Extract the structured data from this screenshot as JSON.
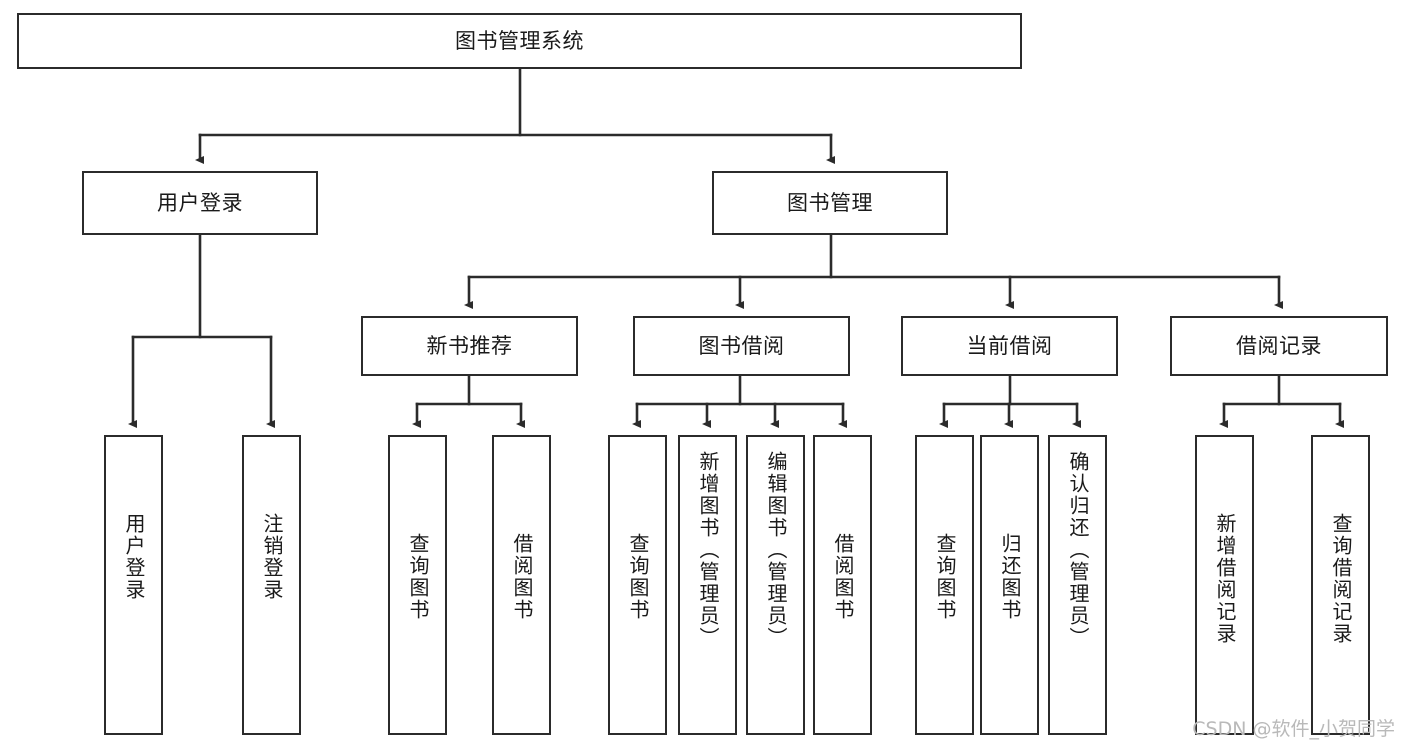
{
  "diagram": {
    "type": "tree",
    "title": "图书管理系统",
    "watermark": "CSDN @软件_小贺同学",
    "colors": {
      "node_border": "#2b2b2b",
      "node_fill": "#ffffff",
      "edge": "#2b2b2b",
      "text": "#1a1a1a",
      "watermark": "#b9b9b9",
      "background": "#ffffff"
    },
    "levels": {
      "root": {
        "label": "图书管理系统"
      },
      "level2": [
        {
          "label": "用户登录"
        },
        {
          "label": "图书管理"
        }
      ],
      "level3": [
        {
          "label": "新书推荐"
        },
        {
          "label": "图书借阅"
        },
        {
          "label": "当前借阅"
        },
        {
          "label": "借阅记录"
        }
      ]
    },
    "leaves": {
      "user_login": [
        {
          "label": "用户登录"
        },
        {
          "label": "注销登录"
        }
      ],
      "new_book_recommend": [
        {
          "label": "查询图书"
        },
        {
          "label": "借阅图书"
        }
      ],
      "book_borrow": [
        {
          "label": "查询图书"
        },
        {
          "label": "新增图书（管理员）"
        },
        {
          "label": "编辑图书（管理员）"
        },
        {
          "label": "借阅图书"
        }
      ],
      "current_borrow": [
        {
          "label": "查询图书"
        },
        {
          "label": "归还图书"
        },
        {
          "label": "确认归还（管理员）"
        }
      ],
      "borrow_record": [
        {
          "label": "新增借阅记录"
        },
        {
          "label": "查询借阅记录"
        }
      ]
    }
  }
}
